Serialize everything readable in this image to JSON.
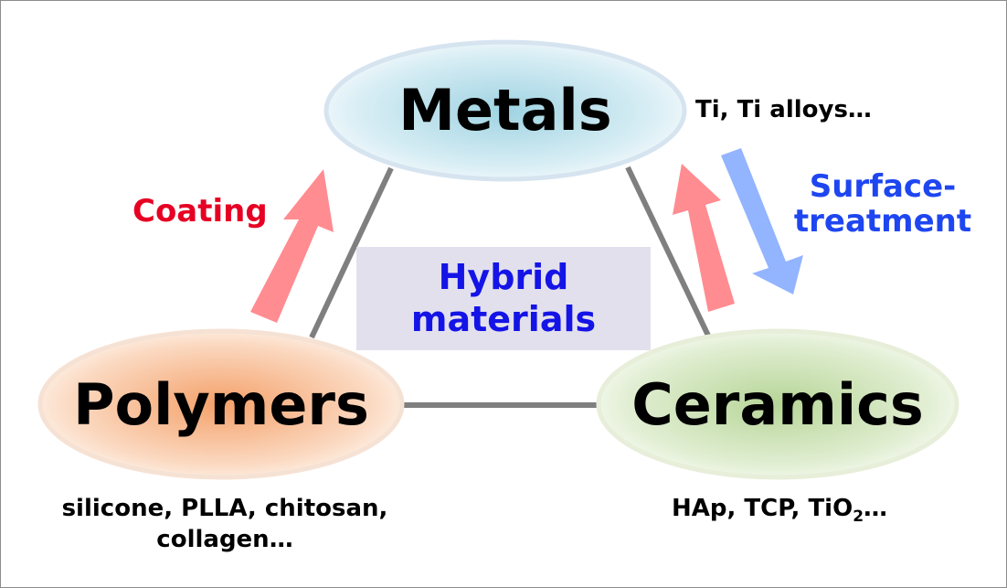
{
  "nodes": {
    "metals": {
      "label": "Metals",
      "examples": "Ti, Ti alloys…"
    },
    "polymers": {
      "label": "Polymers",
      "examples_line1": "silicone, PLLA, chitosan,",
      "examples_line2": "collagen…"
    },
    "ceramics": {
      "label": "Ceramics",
      "examples_prefix": "HAp, TCP, TiO",
      "examples_subscript": "2",
      "examples_suffix": "…"
    }
  },
  "center": {
    "line1": "Hybrid",
    "line2": "materials"
  },
  "annotations": {
    "coating": "Coating",
    "surface_treatment_line1": "Surface-",
    "surface_treatment_line2": "treatment"
  },
  "colors": {
    "metals_fill": "#c5e6ef",
    "polymers_fill": "#f9c8a6",
    "ceramics_fill": "#d6e6c0",
    "connector": "#7f7f7f",
    "center_box": "#e3e0ee",
    "center_text": "#1414e6",
    "coating_text": "#e60023",
    "coating_arrow": "#ff8c91",
    "surface_text": "#1e46f0",
    "surface_arrow": "#93b4ff"
  }
}
